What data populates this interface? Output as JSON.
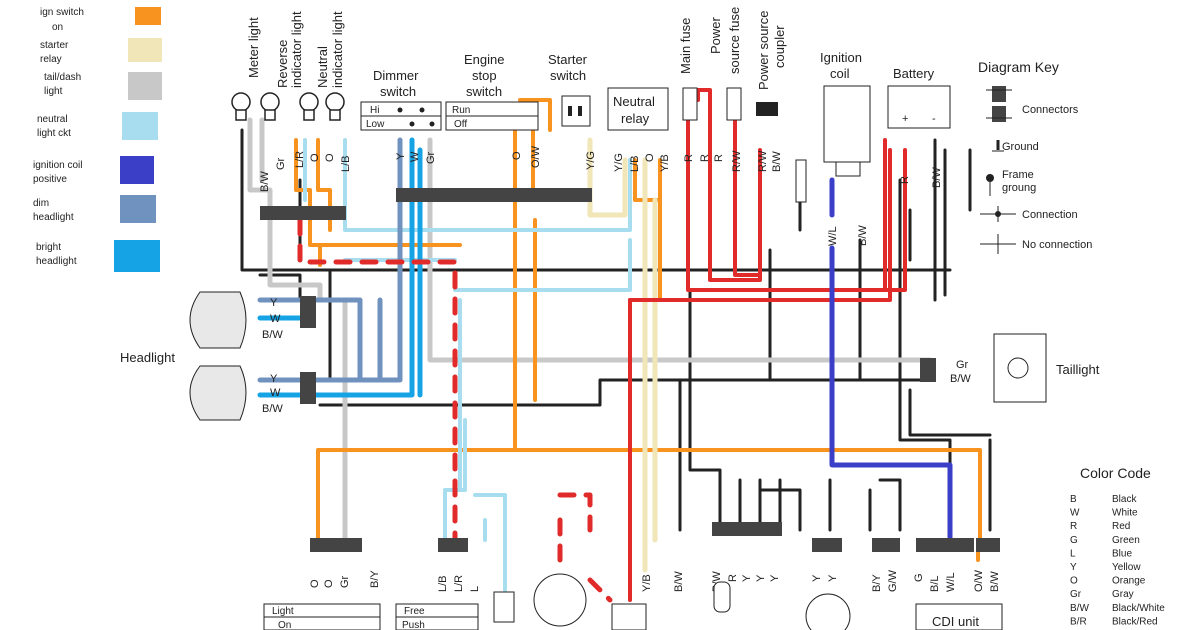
{
  "legend": [
    {
      "label": "ign switch on",
      "lines": [
        "ign switch",
        "on"
      ],
      "color": "#f7931e"
    },
    {
      "label": "starter relay",
      "lines": [
        "starter",
        "relay"
      ],
      "color": "#f1e6b7"
    },
    {
      "label": "tail/dash light",
      "lines": [
        "tail/dash",
        "light"
      ],
      "color": "#c8c8c8"
    },
    {
      "label": "neutral light ckt",
      "lines": [
        "neutral",
        "light ckt"
      ],
      "color": "#a7ddef"
    },
    {
      "label": "ignition coil positive",
      "lines": [
        "ignition coil",
        "positive"
      ],
      "color": "#3b3fc7"
    },
    {
      "label": "dim headlight",
      "lines": [
        "dim",
        "headlight"
      ],
      "color": "#7092be"
    },
    {
      "label": "bright headlight",
      "lines": [
        "bright",
        "headlight"
      ],
      "color": "#16a3e6"
    }
  ],
  "components": {
    "meter_light": "Meter light",
    "reverse_indicator": [
      "Reverse",
      "indicator light"
    ],
    "neutral_indicator": [
      "Neutral",
      "indicator light"
    ],
    "dimmer_switch": [
      "Dimmer",
      "switch"
    ],
    "dimmer_hi": "Hi",
    "dimmer_low": "Low",
    "engine_stop": [
      "Engine",
      "stop",
      "switch"
    ],
    "engine_run": "Run",
    "engine_off": "Off",
    "starter_switch": [
      "Starter",
      "switch"
    ],
    "neutral_relay": [
      "Neutral",
      "relay"
    ],
    "main_fuse": "Main fuse",
    "power_fuse": [
      "Power",
      "source fuse"
    ],
    "power_coupler": [
      "Power source",
      "coupler"
    ],
    "ignition_coil": [
      "Ignition",
      "coil"
    ],
    "battery": "Battery",
    "battery_plus": "+",
    "battery_minus": "-",
    "headlight": "Headlight",
    "taillight": "Taillight",
    "cdi_unit": "CDI unit",
    "light_switch": [
      "Light",
      "On"
    ],
    "free_push": [
      "Free",
      "Push"
    ]
  },
  "wire_labels": {
    "meter": [
      "B/W",
      "Gr"
    ],
    "indicators": [
      "L/R",
      "O",
      "O",
      "L/B"
    ],
    "dimmer": [
      "Y",
      "W",
      "Gr"
    ],
    "engine_stop": [
      "O",
      "O/W"
    ],
    "starter": [
      "Y/G"
    ],
    "neutral_relay": [
      "Y/G",
      "L/B",
      "O",
      "Y/B"
    ],
    "main_fuse": [
      "R",
      "R"
    ],
    "power_fuse": [
      "R",
      "R/W"
    ],
    "coupler": [
      "R/W",
      "B/W"
    ],
    "coil": [
      "W/L",
      "B/W"
    ],
    "battery": [
      "R",
      "B/W"
    ],
    "headlight_upper": [
      "Y",
      "W",
      "B/W"
    ],
    "headlight_lower": [
      "Y",
      "W",
      "B/W"
    ],
    "taillight": [
      "Gr",
      "B/W"
    ],
    "bottom_left": [
      "O",
      "O",
      "Gr",
      "B/Y"
    ],
    "bottom_mid": [
      "L/B",
      "L/R",
      "L"
    ],
    "bottom_yb": [
      "Y/B",
      "B/W"
    ],
    "bottom_right1": [
      "B/W",
      "R",
      "Y",
      "Y",
      "Y"
    ],
    "bottom_right2": [
      "Y",
      "Y"
    ],
    "bottom_right3": [
      "B/Y",
      "G/W"
    ],
    "bottom_right4": [
      "G",
      "B/L",
      "W/L"
    ],
    "bottom_right5": [
      "O/W",
      "B/W"
    ]
  },
  "diagram_key": {
    "title": "Diagram Key",
    "items": [
      "Connectors",
      "Ground",
      "Frame groung",
      "Connection",
      "No connection"
    ]
  },
  "color_code": {
    "title": "Color Code",
    "rows": [
      [
        "B",
        "Black"
      ],
      [
        "W",
        "White"
      ],
      [
        "R",
        "Red"
      ],
      [
        "G",
        "Green"
      ],
      [
        "L",
        "Blue"
      ],
      [
        "Y",
        "Yellow"
      ],
      [
        "O",
        "Orange"
      ],
      [
        "Gr",
        "Gray"
      ],
      [
        "B/W",
        "Black/White"
      ],
      [
        "B/R",
        "Black/Red"
      ]
    ]
  }
}
